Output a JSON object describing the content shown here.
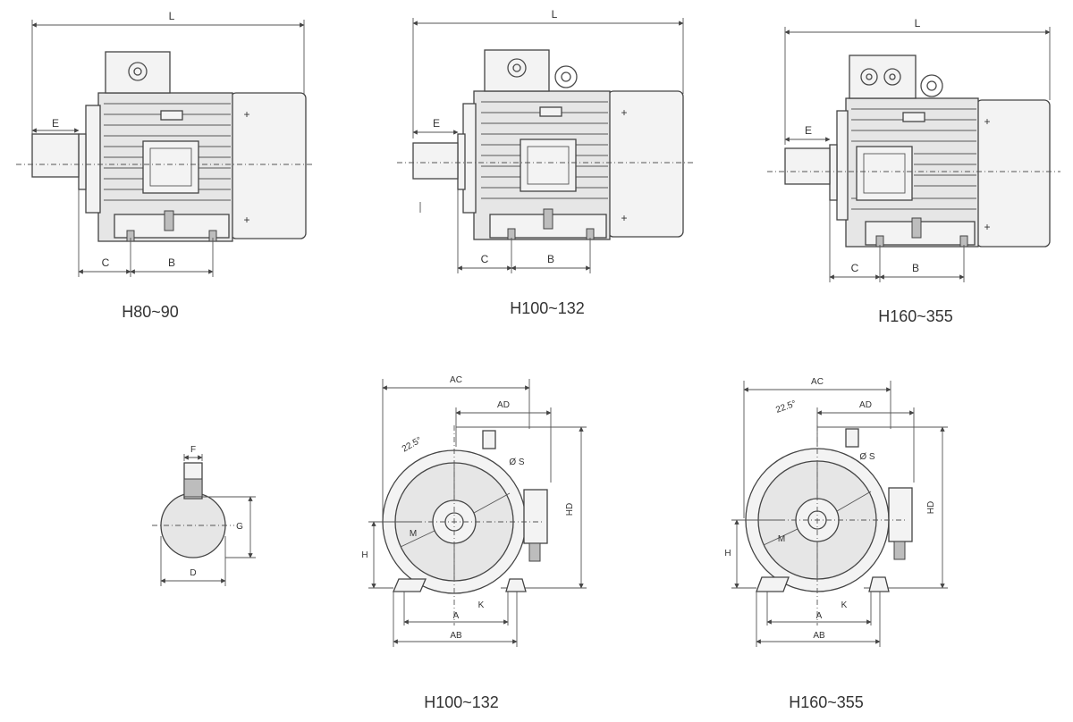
{
  "side_views": [
    {
      "caption": "H80~90",
      "dims": {
        "L": "L",
        "E": "E",
        "C": "C",
        "B": "B"
      }
    },
    {
      "caption": "H100~132",
      "dims": {
        "L": "L",
        "E": "E",
        "C": "C",
        "B": "B"
      }
    },
    {
      "caption": "H160~355",
      "dims": {
        "L": "L",
        "E": "E",
        "C": "C",
        "B": "B"
      }
    }
  ],
  "shaft_view": {
    "F": "F",
    "G": "G",
    "D": "D"
  },
  "end_views": [
    {
      "caption": "H100~132",
      "dims": {
        "AC": "AC",
        "AD": "AD",
        "HD": "HD",
        "H": "H",
        "A": "A",
        "AB": "AB",
        "K": "K",
        "M": "M",
        "angle": "22.5°",
        "hole": "Ø S"
      }
    },
    {
      "caption": "H160~355",
      "dims": {
        "AC": "AC",
        "AD": "AD",
        "HD": "HD",
        "H": "H",
        "A": "A",
        "AB": "AB",
        "K": "K",
        "M": "M",
        "angle": "22.5°",
        "hole": "Ø S"
      }
    }
  ]
}
